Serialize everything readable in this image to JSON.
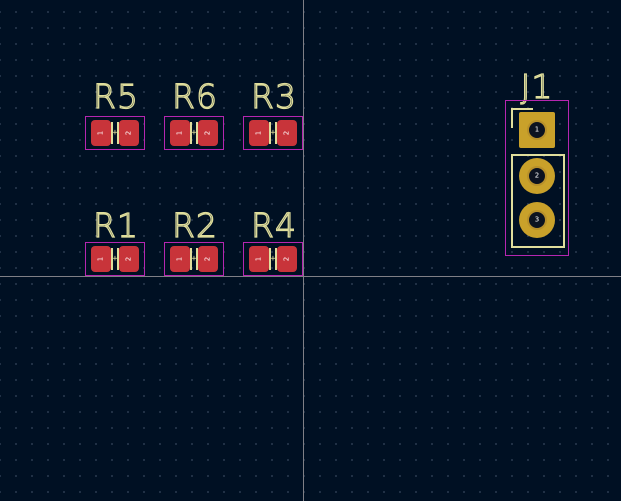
{
  "colors": {
    "background": "#001023",
    "grid_dot": "#4a5a72",
    "crosshair": "#7f7f86",
    "silkscreen": "#e0de9c",
    "courtyard": "#b526b0",
    "smd_pad": "#c8343a",
    "through_hole_pad": "#c9a12a"
  },
  "resistors": [
    {
      "ref": "R5",
      "pad1": "1",
      "pad2": "2"
    },
    {
      "ref": "R6",
      "pad1": "1",
      "pad2": "2"
    },
    {
      "ref": "R3",
      "pad1": "1",
      "pad2": "2"
    },
    {
      "ref": "R1",
      "pad1": "1",
      "pad2": "2"
    },
    {
      "ref": "R2",
      "pad1": "1",
      "pad2": "2"
    },
    {
      "ref": "R4",
      "pad1": "1",
      "pad2": "2"
    }
  ],
  "connector": {
    "ref": "J1",
    "pins": [
      "1",
      "2",
      "3"
    ]
  }
}
